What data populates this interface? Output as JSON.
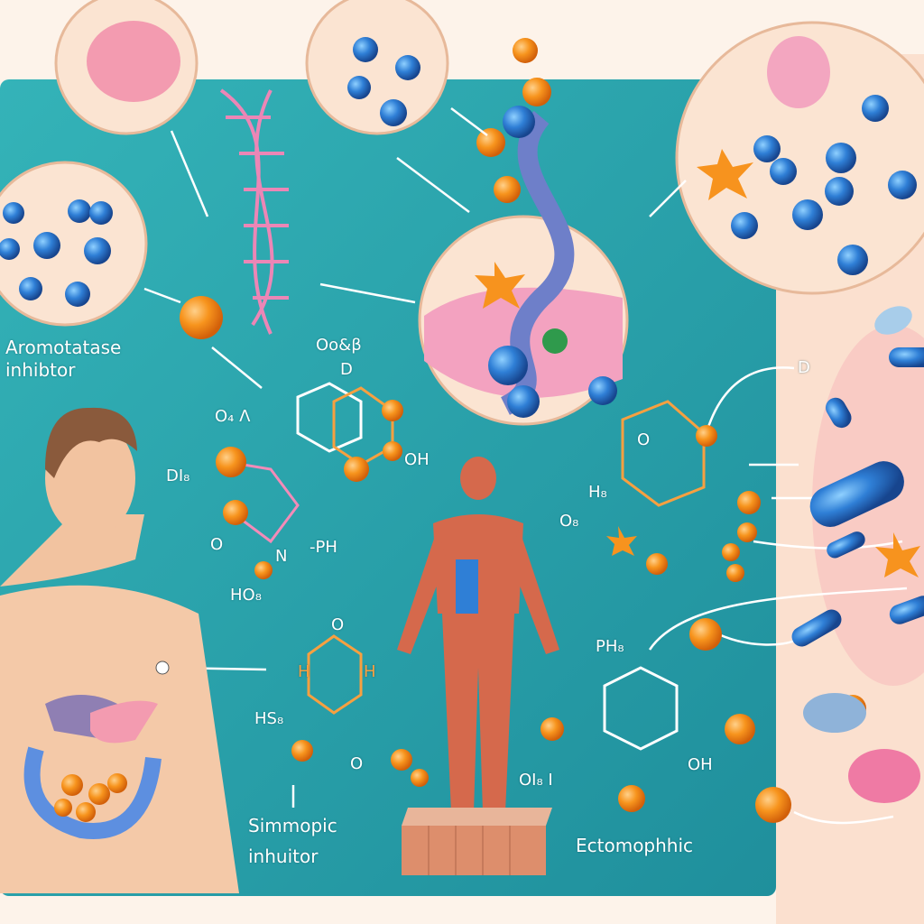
{
  "labels": {
    "aromatase": [
      "Aromotatase",
      "inhibtor"
    ],
    "simmopic": [
      "Simmopic",
      "inhuitor"
    ],
    "ectomophhic": "Ectomophhic"
  },
  "chem_labels": [
    "Oo&β",
    "D",
    "O₄ Λ",
    "OH",
    "DI₈",
    "O",
    "N",
    "-PH",
    "HO₈",
    "H",
    "H",
    "O",
    "HS₈",
    "O",
    "PH₈",
    "OH",
    "OI₈ I",
    "D",
    "O",
    "H₈",
    "O₈"
  ],
  "colors": {
    "panel_teal": "#2aa3ac",
    "background_peach": "#fbe3d3",
    "orange_atom": "#f7941d",
    "blue_atom": "#2f7fd6",
    "pink_dna": "#ec86b6"
  }
}
